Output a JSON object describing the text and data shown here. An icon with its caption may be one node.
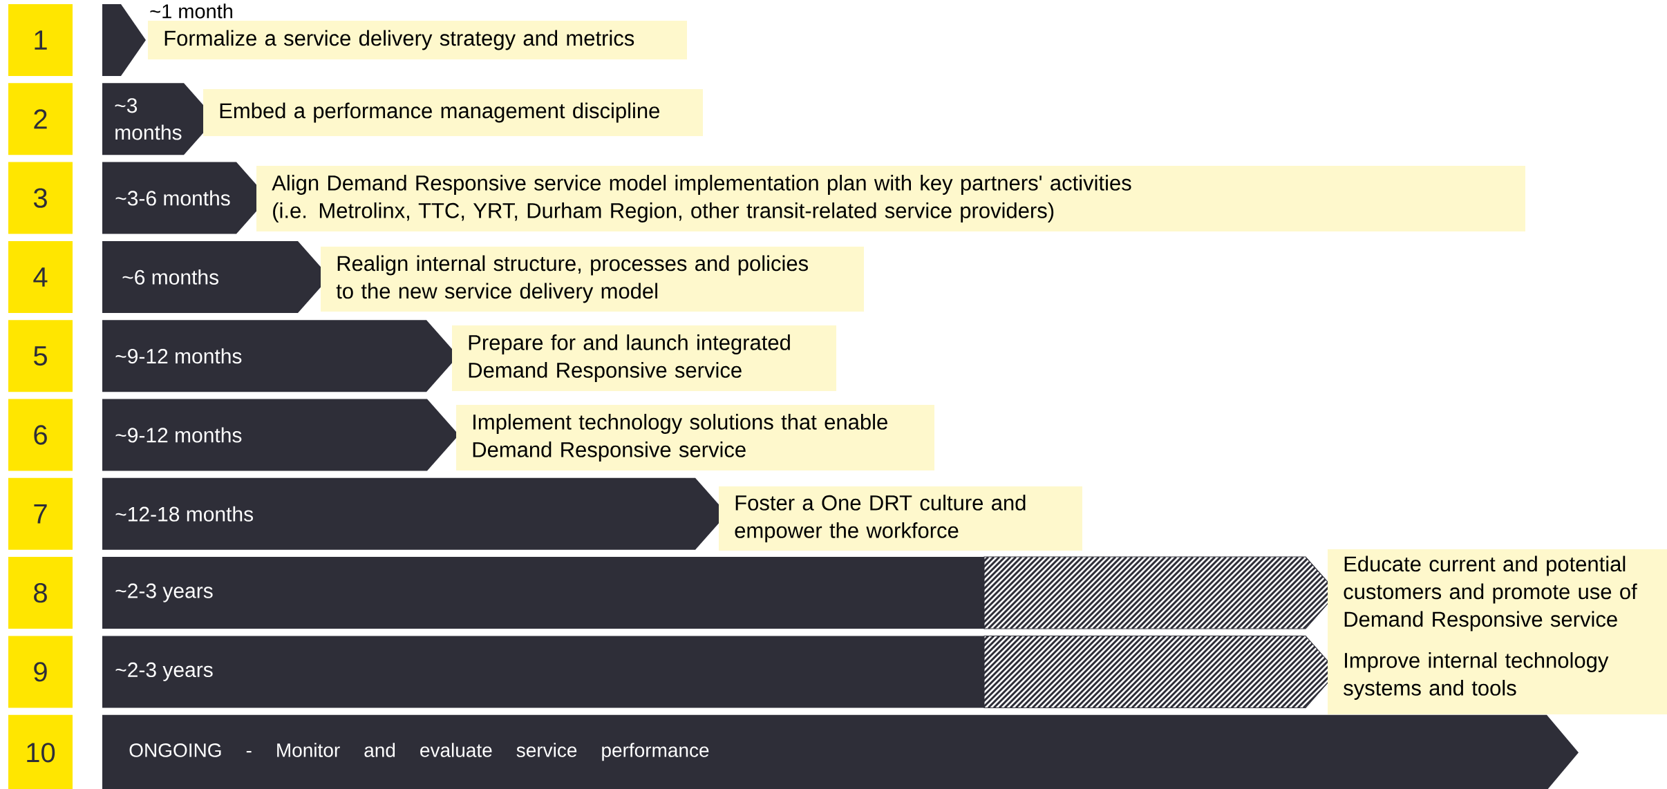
{
  "diagram": {
    "nodes": [
      {
        "text": [
          "1"
        ]
      },
      {
        "text": [
          "~1 month"
        ]
      },
      {
        "text": [
          "Formalize a service delivery strategy and metrics"
        ]
      },
      {
        "text": [
          "2"
        ]
      },
      {
        "text": [
          "~3 months"
        ]
      },
      {
        "text": [
          "Embed a performance management discipline"
        ]
      },
      {
        "text": [
          "3"
        ]
      },
      {
        "text": [
          "~3-6 months"
        ]
      },
      {
        "text": [
          "Align Demand Responsive service model implementation plan with key partners' activities (i.e. Metrolinx, TTC, YRT, Durham Region, other transit-related service providers)"
        ]
      },
      {
        "text": [
          "4"
        ]
      },
      {
        "text": [
          "~6 months"
        ]
      },
      {
        "text": [
          "Realign internal structure, processes and policies to the new service delivery model"
        ]
      },
      {
        "text": [
          "5"
        ]
      },
      {
        "text": [
          "~9-12 months"
        ]
      },
      {
        "text": [
          "Prepare for and launch integrated Demand Responsive service"
        ]
      },
      {
        "text": [
          "6"
        ]
      },
      {
        "text": [
          "~9-12 months"
        ]
      },
      {
        "text": [
          "Implement technology solutions that enable Demand Responsive service"
        ]
      },
      {
        "text": [
          "7"
        ]
      },
      {
        "text": [
          "~12-18 months"
        ]
      },
      {
        "text": [
          "Foster a One DRT culture and empower the workforce"
        ]
      },
      {
        "text": [
          "8"
        ]
      },
      {
        "text": [
          "~2-3 years"
        ]
      },
      {
        "text": [
          "Educate current and potential customers and promote use of Demand Responsive service"
        ]
      },
      {
        "text": [
          "9"
        ]
      },
      {
        "text": [
          "~2-3 years"
        ]
      },
      {
        "text": [
          "Improve internal technology systems and tools"
        ]
      },
      {
        "text": [
          "10"
        ]
      },
      {
        "text": [
          "ONGOING - Monitor and evaluate service performance"
        ]
      }
    ]
  }
}
